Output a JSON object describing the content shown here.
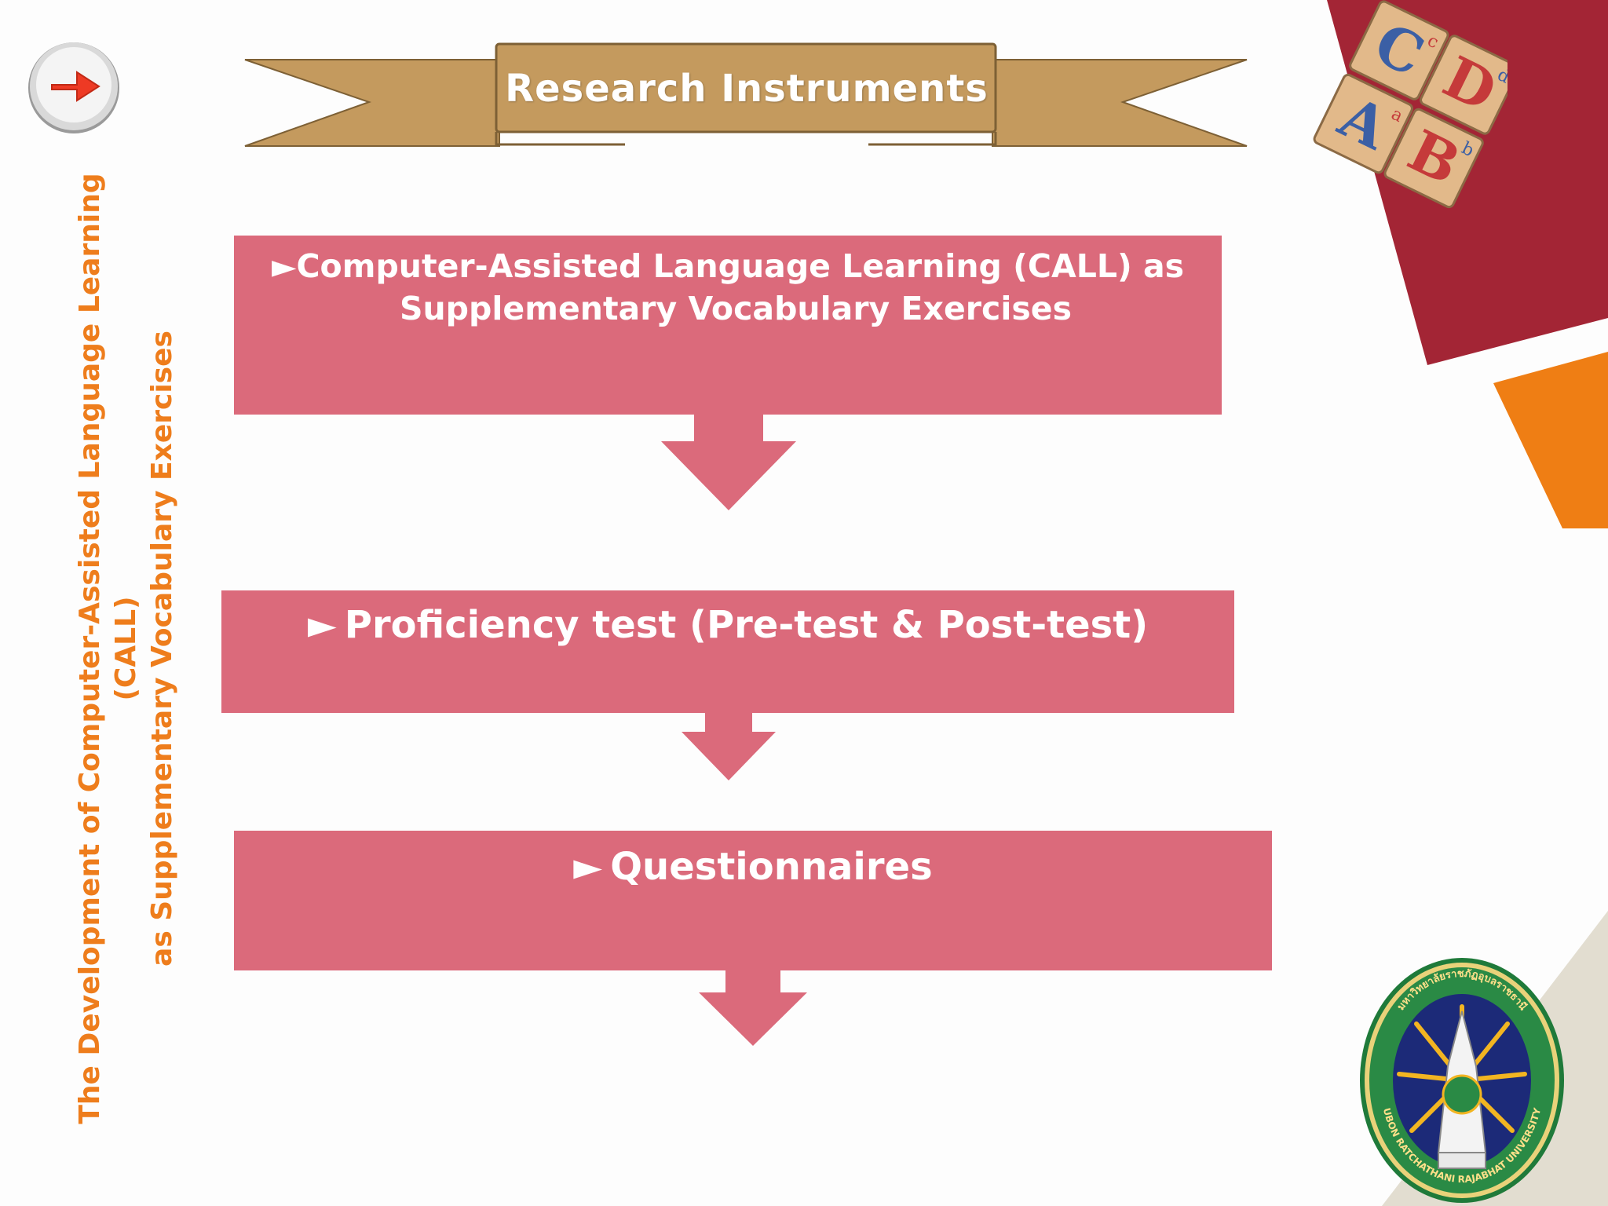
{
  "slide": {
    "side_title_line1": "The Development of Computer-Assisted Language Learning (CALL)",
    "side_title_line2": "as Supplementary Vocabulary Exercises",
    "banner_title": "Research Instruments",
    "bullet": "►",
    "steps": [
      {
        "line1": "Computer-Assisted Language Learning (CALL) as",
        "line2": "Supplementary Vocabulary Exercises"
      },
      {
        "label": "Proficiency test (Pre-test & Post-test)"
      },
      {
        "label": "Questionnaires"
      }
    ],
    "blocks": {
      "block_c": "C",
      "block_c_small": "c",
      "block_d": "D",
      "block_d_small": "d",
      "block_a": "A",
      "block_a_small": "a",
      "block_b": "B",
      "block_b_small": "b"
    },
    "logo": {
      "top_text": "มหาวิทยาลัยราชภัฏอุบลราชธานี",
      "bottom_text": "UBON RATCHATHANI RAJABHAT UNIVERSITY"
    }
  },
  "colors": {
    "box": "#db6a7b",
    "banner": "#c49a5e",
    "side_title": "#ee7d1c",
    "corner_red": "#a32535",
    "corner_orange": "#ef7e14",
    "corner_beige": "#e2ddd0"
  },
  "icons": [
    "next-arrow-icon",
    "abc-blocks-image",
    "university-seal-logo"
  ]
}
